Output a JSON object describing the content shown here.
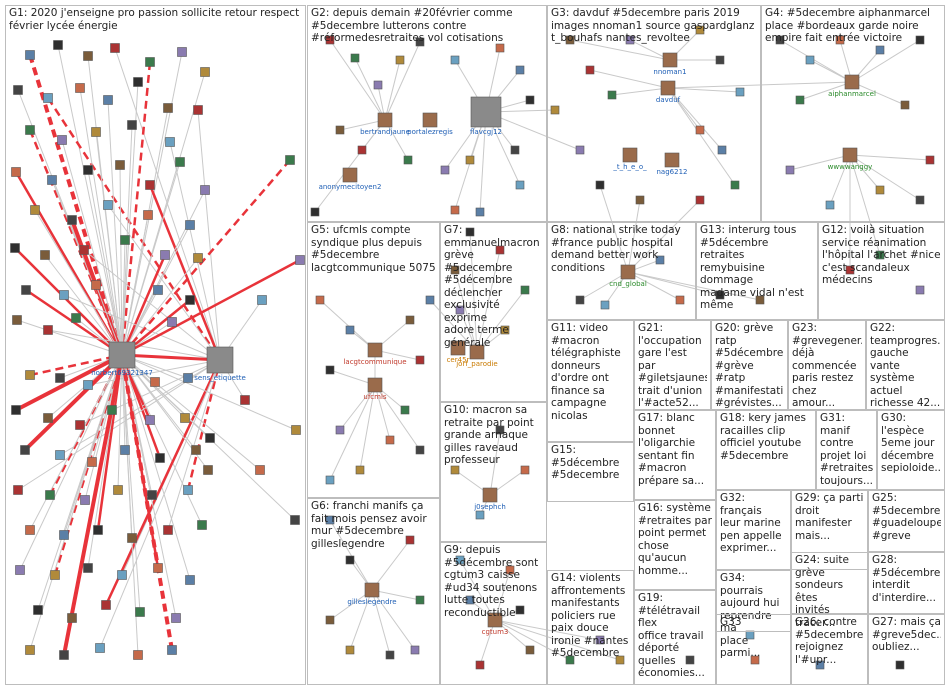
{
  "colors": {
    "box_border": "#bdbdbd",
    "heavy_edge": "#e8333a",
    "light_edge": "#c9c9c9",
    "label_text": "#222222",
    "node_label_blue": "#1f5fb5",
    "node_label_green": "#2a8a2a",
    "node_label_red": "#c0392b"
  },
  "groups": [
    {
      "id": "G1",
      "label": "G1: 2020 j'enseigne pro passion sollicite retour respect\nfévrier lycée énergie",
      "nodes": [
        "norbert69321347",
        "sens_etiquette"
      ]
    },
    {
      "id": "G2",
      "label": "G2: depuis demain #20février comme\n#5decembre lutterons contre\n#réformedesretraites vol cotisations",
      "nodes": [
        "bertrandjaune",
        "portalezregis",
        "flavcgj12",
        "anonymecitoyen2"
      ]
    },
    {
      "id": "G3",
      "label": "G3: davduf #5decembre paris 2019\nimages nnoman1 source gaspardglanz\nt_bouhafs nantes_revoltee",
      "nodes": [
        "nnoman1",
        "davduf",
        "_t_h_e_o_",
        "nag6212"
      ]
    },
    {
      "id": "G4",
      "label": "G4: #5decembre aiphanmarcel\nplace #bordeaux garde noire\nempire fait entrée victoire",
      "nodes": [
        "aiphanmarcel",
        "wwwwanggy"
      ]
    },
    {
      "id": "G5",
      "label": "G5: ufcmls compte\nsyndique plus depuis\n#5decembre\nlacgtcommunique 5075",
      "nodes": [
        "lacgtcommunique",
        "ufcmls"
      ]
    },
    {
      "id": "G7",
      "label": "G7:\nemmanuelmacron\ngrève #5decembre\n#5décembre\ndéclencher\nexclusivité exprime\nadore terme\ngénérale",
      "nodes": [
        "cer45r",
        "jorf_parodie"
      ]
    },
    {
      "id": "G8",
      "label": "G8: national strike today\n#france public hospital\ndemand better work\nconditions",
      "nodes": [
        "cnd_global"
      ]
    },
    {
      "id": "G13",
      "label": "G13: interurg tous\n#5décembre retraites\nremybuisine dommage\nmadame vidal n'est\nmême",
      "nodes": []
    },
    {
      "id": "G12",
      "label": "G12: voilà situation\nservice réanimation\nl'hôpital l'archet #nice\nc'est scandaleux\nmédecins",
      "nodes": []
    },
    {
      "id": "G11",
      "label": "G11: video\n#macron\ntélégraphiste\ndonneurs\nd'ordre ont\nfinance sa\ncampagne\nnicolas",
      "nodes": []
    },
    {
      "id": "G21",
      "label": "G21:\nl'occupation\ngare l'est par\n#giletsjaunes\ntrait d'union\nl'#acte52...",
      "nodes": []
    },
    {
      "id": "G20",
      "label": "G20: grève\nratp\n#5décembre\n#grève #ratp\n#manifestati...\n#grévistes...",
      "nodes": []
    },
    {
      "id": "G23",
      "label": "G23:\n#grevegener...\ndéjà\ncommencée\nparis restez\nchez amour...",
      "nodes": []
    },
    {
      "id": "G22",
      "label": "G22:\nteamprogres...\ngauche vante\nsystème\nactuel\nrichesse 42...",
      "nodes": []
    },
    {
      "id": "G10",
      "label": "G10: macron sa\nretraite par point\ngrande arnaque\ngilles raveaud\nprofesseur",
      "nodes": [
        "j0sephch"
      ]
    },
    {
      "id": "G17",
      "label": "G17: blanc\nbonnet\nl'oligarchie\nsentant fin\n#macron\nprépare sa...",
      "nodes": []
    },
    {
      "id": "G18",
      "label": "G18: kery james\nracailles clip\nofficiel youtube\n#5decembre",
      "nodes": []
    },
    {
      "id": "G31",
      "label": "G31: manif\ncontre\nprojet loi\n#retraites\ntoujours...",
      "nodes": []
    },
    {
      "id": "G30",
      "label": "G30:\nl'espèce\n5eme jour\ndécembre\nsepioloide...",
      "nodes": []
    },
    {
      "id": "G15",
      "label": "G15:\n#5décembre\n#5decembre",
      "nodes": []
    },
    {
      "id": "G6",
      "label": "G6: franchi manifs ça\nfait mois pensez avoir\nmur #5decembre\ngilleslegendre",
      "nodes": [
        "gilleslegendre"
      ]
    },
    {
      "id": "G16",
      "label": "G16: système\n#retraites par\npoint permet\nchose\nqu'aucun\nhomme...",
      "nodes": []
    },
    {
      "id": "G32",
      "label": "G32: français\nleur marine\npen appelle\nexprimer...",
      "nodes": []
    },
    {
      "id": "G29",
      "label": "G29: ça parti\ndroit\nmanifester\nmais...",
      "nodes": []
    },
    {
      "id": "G25",
      "label": "G25:\n#5decembre\n#guadeloupe\n#greve",
      "nodes": []
    },
    {
      "id": "G9",
      "label": "G9: depuis\n#5décembre sont\ncgtum3 caisse\n#ud34 soutenons\nlutte toutes\nreconductible",
      "nodes": [
        "cgtum3"
      ]
    },
    {
      "id": "G14",
      "label": "G14: violents\naffrontements\nmanifestants\npoliciers rue\npaix douce\nironie #nantes\n#5decembre",
      "nodes": []
    },
    {
      "id": "G34",
      "label": "G34: pourrais\naujourd hui\nreprendre ma\nplace parmi...",
      "nodes": []
    },
    {
      "id": "G24",
      "label": "G24: suite\ngrève\nsondeurs êtes\ninvités tracer...",
      "nodes": []
    },
    {
      "id": "G28",
      "label": "G28:\n#5décembre\ninterdit\nd'interdire...",
      "nodes": []
    },
    {
      "id": "G19",
      "label": "G19:\n#télétravail flex\noffice travail\ndéporté\nquelles\néconomies...",
      "nodes": []
    },
    {
      "id": "G33",
      "label": "G33",
      "nodes": []
    },
    {
      "id": "G26",
      "label": "G26: contre\n#5decembre\nrejoignez\nl'#upr...",
      "nodes": []
    },
    {
      "id": "G27",
      "label": "G27: mais ça\n#greve5dec...\noubliez...",
      "nodes": []
    }
  ]
}
